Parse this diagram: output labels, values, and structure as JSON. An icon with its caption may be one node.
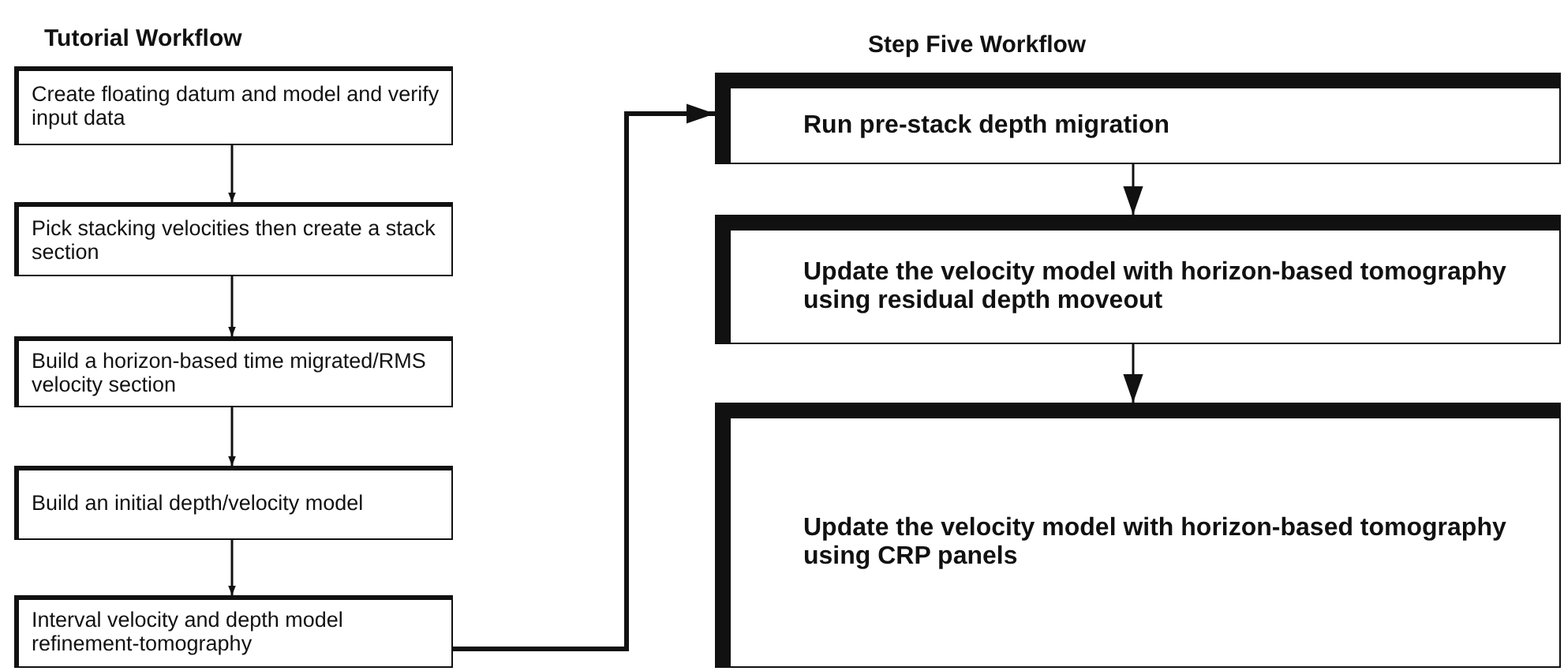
{
  "diagram": {
    "nodes": [
      {
        "text": [
          "Create floating datum and model and verify input data"
        ]
      },
      {
        "text": [
          "Pick stacking velocities then create a stack section"
        ]
      },
      {
        "text": [
          "Build a horizon-based time migrated/RMS velocity section"
        ]
      },
      {
        "text": [
          "Build an initial depth/velocity model"
        ]
      },
      {
        "text": [
          "Interval velocity and depth model refinement-tomography"
        ]
      },
      {
        "text": [
          "Run pre-stack depth migration"
        ]
      },
      {
        "text": [
          "Update the velocity model with horizon-based tomography using residual depth moveout"
        ]
      },
      {
        "text": [
          "Update the velocity model with horizon-based tomography using CRP panels"
        ]
      }
    ],
    "edges": [
      {
        "from": 0,
        "to": 1,
        "arrow": "to"
      },
      {
        "from": 1,
        "to": 2,
        "arrow": "to"
      },
      {
        "from": 2,
        "to": 3,
        "arrow": "to"
      },
      {
        "from": 3,
        "to": 4,
        "arrow": "to"
      },
      {
        "from": 4,
        "to": 5,
        "arrow": "to",
        "style": "thick"
      },
      {
        "from": 5,
        "to": 6,
        "arrow": "to"
      },
      {
        "from": 6,
        "to": 7,
        "arrow": "to"
      }
    ],
    "labels": [
      "Tutorial Workflow",
      "Step Five Workflow"
    ]
  }
}
